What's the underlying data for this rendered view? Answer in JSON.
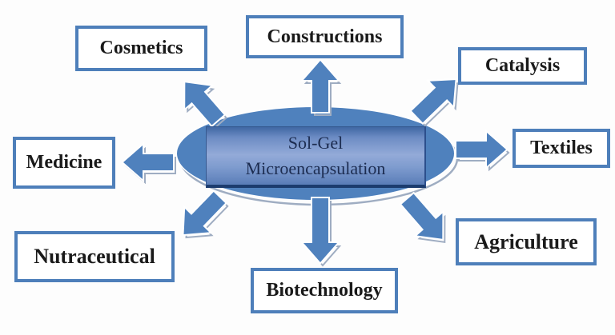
{
  "diagram": {
    "center": {
      "label_line1": "Sol-Gel",
      "label_line2": "Microencapsulation"
    },
    "nodes": {
      "cosmetics": "Cosmetics",
      "constructions": "Constructions",
      "catalysis": "Catalysis",
      "textiles": "Textiles",
      "agriculture": "Agriculture",
      "biotechnology": "Biotechnology",
      "nutraceutical": "Nutraceutical",
      "medicine": "Medicine"
    },
    "colors": {
      "primary_blue": "#4f81bd",
      "box_border": "#4e7fba",
      "label_text": "#1a1a1a",
      "center_text": "#1c2c50",
      "shadow_gray": "#9fadc2",
      "background": "#fdfdfd"
    }
  }
}
